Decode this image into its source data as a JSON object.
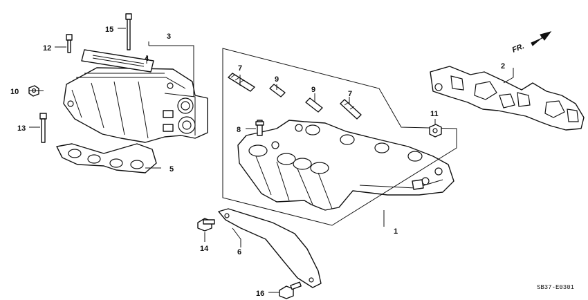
{
  "diagram": {
    "code": "SB37-E0301",
    "direction_label": "FR.",
    "callouts": [
      "1",
      "2",
      "3",
      "4",
      "5",
      "6",
      "7",
      "7",
      "8",
      "9",
      "9",
      "10",
      "11",
      "12",
      "13",
      "14",
      "15",
      "16"
    ]
  }
}
